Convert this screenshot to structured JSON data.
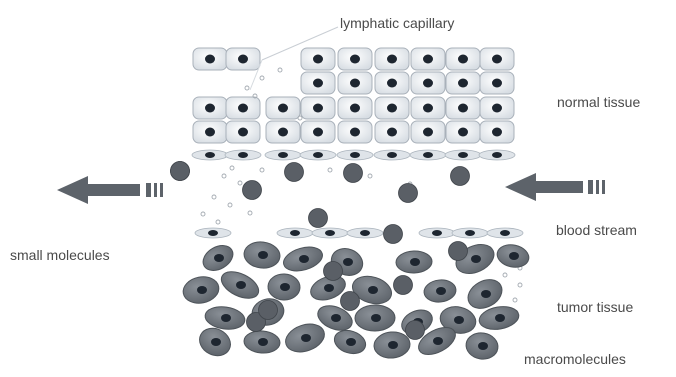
{
  "labels": {
    "lymphatic_capillary": "lymphatic capillary",
    "normal_tissue": "normal tissue",
    "blood_stream": "blood stream",
    "small_molecules": "small molecules",
    "tumor_tissue": "tumor tissue",
    "macromolecules": "macromolecules"
  },
  "colors": {
    "nucleus": "#1e2630",
    "normal_cell_fill": "#eef1f4",
    "normal_cell_stroke": "#a9b1ba",
    "tumor_cell_fill": "#6f757c",
    "tumor_cell_stroke": "#4d5359",
    "macromolecule": "#5a5f66",
    "arrow": "#5d636a",
    "label_text": "#4a4a4a"
  }
}
